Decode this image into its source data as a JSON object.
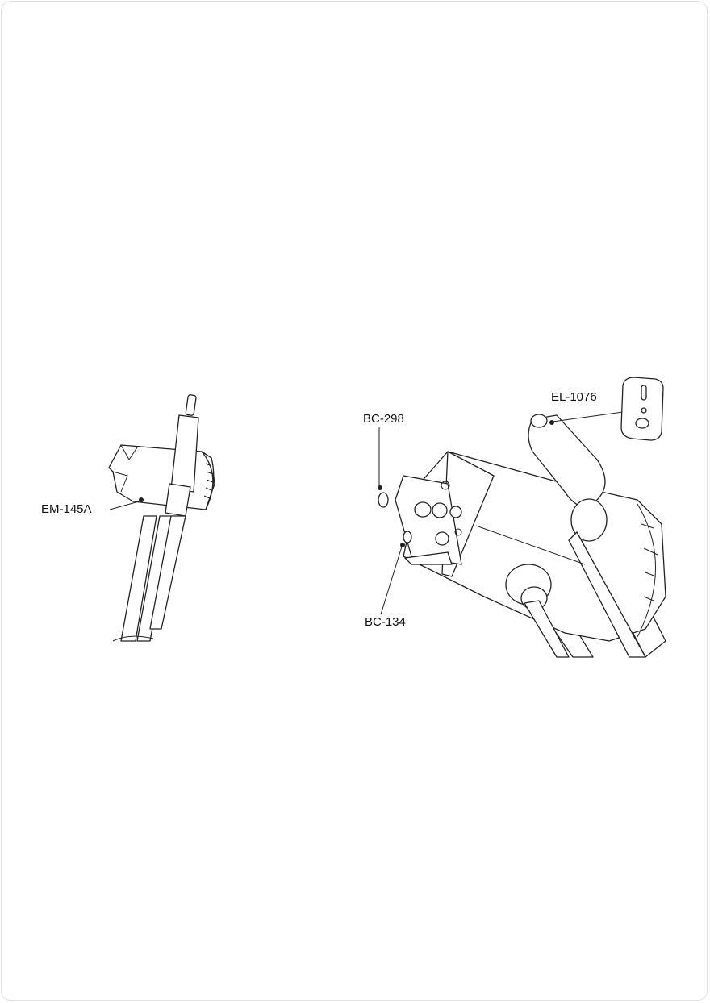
{
  "figure_left": {
    "callouts": [
      {
        "label": "EM-145A"
      }
    ]
  },
  "figure_right": {
    "callouts": [
      {
        "label": "BC-298"
      },
      {
        "label": "BC-134"
      },
      {
        "label": "EL-1076"
      }
    ]
  },
  "colors": {
    "line": "#222222",
    "background": "#ffffff",
    "frame": "#e2e2e2"
  }
}
